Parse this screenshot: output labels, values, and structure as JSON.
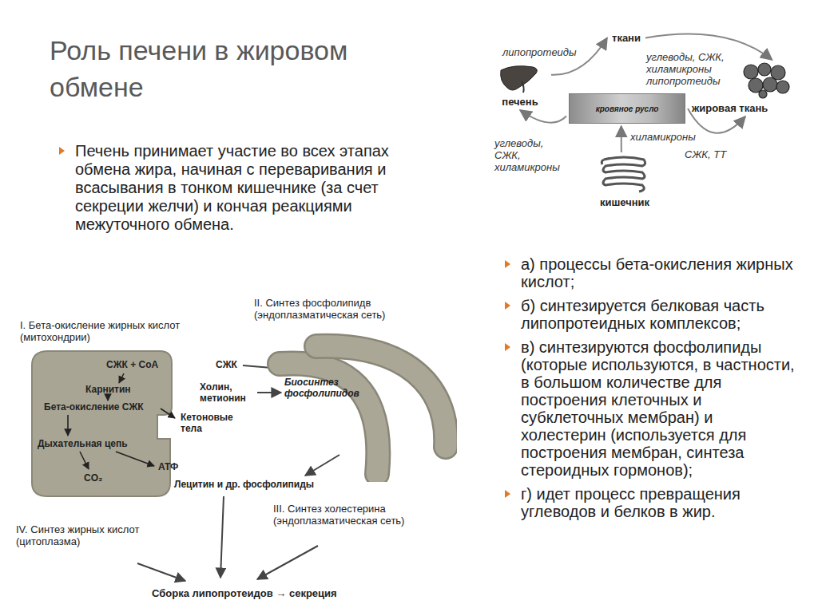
{
  "diagram": {
    "title": "Роль печени в жировом обмене",
    "nodes": [
      {
        "text": [
          "печень"
        ]
      },
      {
        "text": [
          "ткани"
        ]
      },
      {
        "text": [
          "жировая ткань"
        ]
      },
      {
        "text": [
          "кишечник"
        ]
      },
      {
        "text": [
          "кровяное русло"
        ]
      },
      {
        "text": [
          "I. Бета-окисление жирных кислот (митохондрии)",
          "СЖК + СоА",
          "Карнитин",
          "Бета-окисление СЖК",
          "Дыхательная цепь",
          "CO₂"
        ]
      },
      {
        "text": [
          "II. Синтез фосфолипидв (эндоплазматическая сеть)",
          "Биосинтез фосфолипидов"
        ]
      }
    ],
    "edges": [
      {
        "from": 0,
        "to": 1,
        "arrow": "to",
        "label": "липопротеиды"
      },
      {
        "from": 1,
        "to": 2,
        "arrow": "to",
        "label": "углеводы, СЖК, хиламикроны липопротеиды"
      },
      {
        "from": 4,
        "to": 0,
        "arrow": "to",
        "label": "углеводы, СЖК, хиламикроны"
      },
      {
        "from": 3,
        "to": 4,
        "arrow": "to",
        "label": "хиламикроны"
      },
      {
        "from": 4,
        "to": 2,
        "arrow": "to",
        "label": "СЖК, ТТ"
      }
    ],
    "labels": [
      "Печень принимает участие во всех этапах обмена жира, начиная с переваривания и всасывания в тонком кишечнике (за счет секреции желчи) и кончая реакциями межуточного обмена.",
      "а) процессы бета-окисления жирных кислот;",
      "б) синтезируется белковая часть липопротеидных комплексов;",
      "в) синтезируются фосфолипиды (которые используются, в частности, в большом количестве для построения клеточных и субклеточных мембран) и холестерин (используется для построения мембран, синтеза стероидных гормонов);",
      "г) идет процесс превращения углеводов и белков в жир.",
      "СЖК",
      "Холин, метионин",
      "Кетоновые тела",
      "АТФ",
      "Лецитин и др. фосфолипиды",
      "III. Синтез холестерина (эндоплазматическая сеть)",
      "IV. Синтез жирных кислот (цитоплазма)",
      "Сборка липопротеидов → секреция"
    ]
  }
}
